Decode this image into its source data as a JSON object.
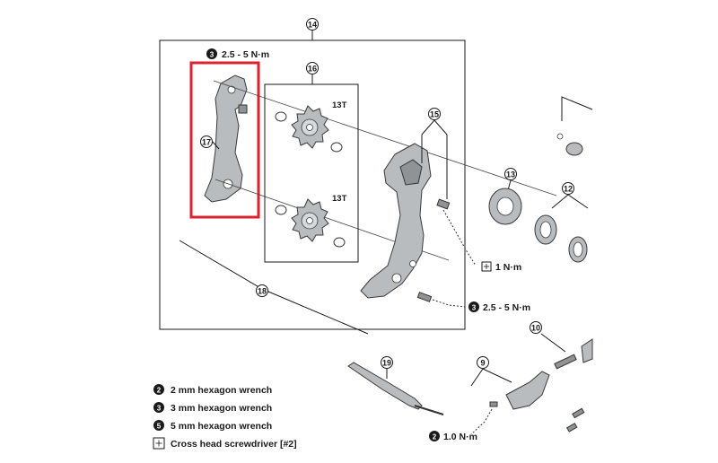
{
  "colors": {
    "highlight": "#d9232e",
    "ink": "#1a1a1a",
    "part_fill": "#b8bcbf",
    "background": "#ffffff"
  },
  "callouts": {
    "c14": "14",
    "c16": "16",
    "c17": "17",
    "c15": "15",
    "c13": "13",
    "c12": "12",
    "c18": "18",
    "c10": "10",
    "c9": "9",
    "c19": "19"
  },
  "pulley_labels": {
    "upper": "13T",
    "lower": "13T"
  },
  "torque": {
    "top": {
      "tool": "3",
      "value": "2.5 - 5 N·m"
    },
    "screw": {
      "tool": "cross",
      "value": "1 N·m"
    },
    "bolt": {
      "tool": "3",
      "value": "2.5 - 5 N·m"
    },
    "bottom": {
      "tool": "2",
      "value": "1.0 N·m"
    }
  },
  "legend": [
    {
      "icon": "2",
      "label": "2 mm hexagon wrench"
    },
    {
      "icon": "3",
      "label": "3 mm hexagon wrench"
    },
    {
      "icon": "5",
      "label": "5 mm hexagon wrench"
    },
    {
      "icon": "cross",
      "label": "Cross head screwdriver [#2]"
    }
  ]
}
